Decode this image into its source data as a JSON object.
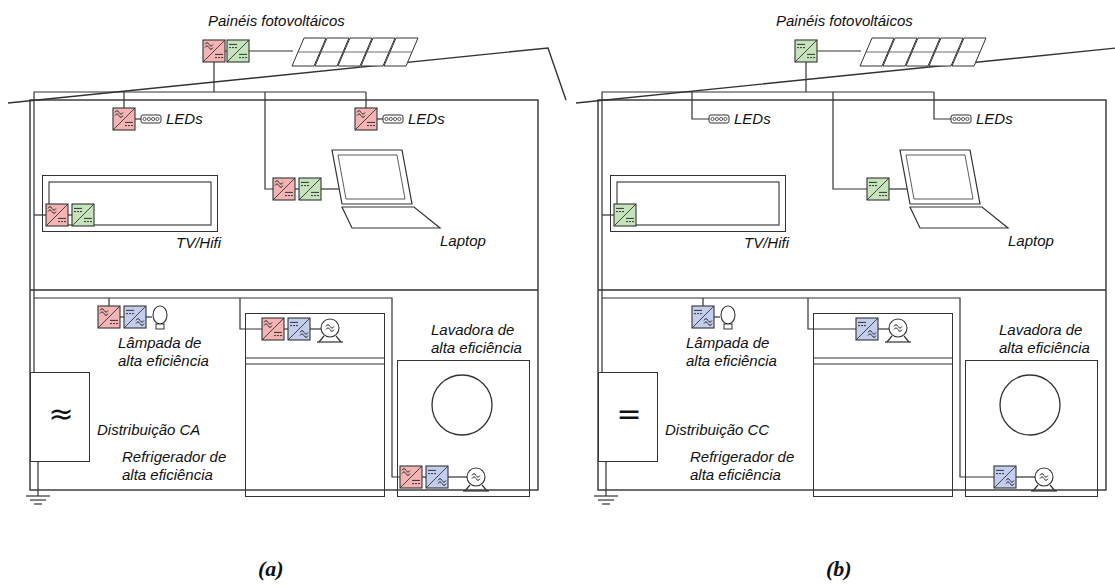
{
  "diagram": {
    "nodes": [
      {
        "text": [
          "≈",
          "Distribuição CA"
        ]
      },
      {
        "text": [
          "TV/Hifi"
        ]
      },
      {
        "text": [
          "Refrigerador de alta eficiência"
        ]
      },
      {
        "text": [
          "Lavadora de alta eficiência"
        ]
      },
      {
        "text": [
          "=",
          "Distribuição CC"
        ]
      },
      {
        "text": [
          "TV/Hifi"
        ]
      },
      {
        "text": [
          "Refrigerador de alta eficiência"
        ]
      },
      {
        "text": [
          "Lavadora de alta eficiência"
        ]
      }
    ],
    "labels": [
      "Painéis fotovoltáicos",
      "LEDs",
      "LEDs",
      "Laptop",
      "Lâmpada de alta eficiência",
      "(a)",
      "Painéis fotovoltáicos",
      "LEDs",
      "LEDs",
      "Laptop",
      "Lâmpada de alta eficiência",
      "(b)"
    ]
  }
}
